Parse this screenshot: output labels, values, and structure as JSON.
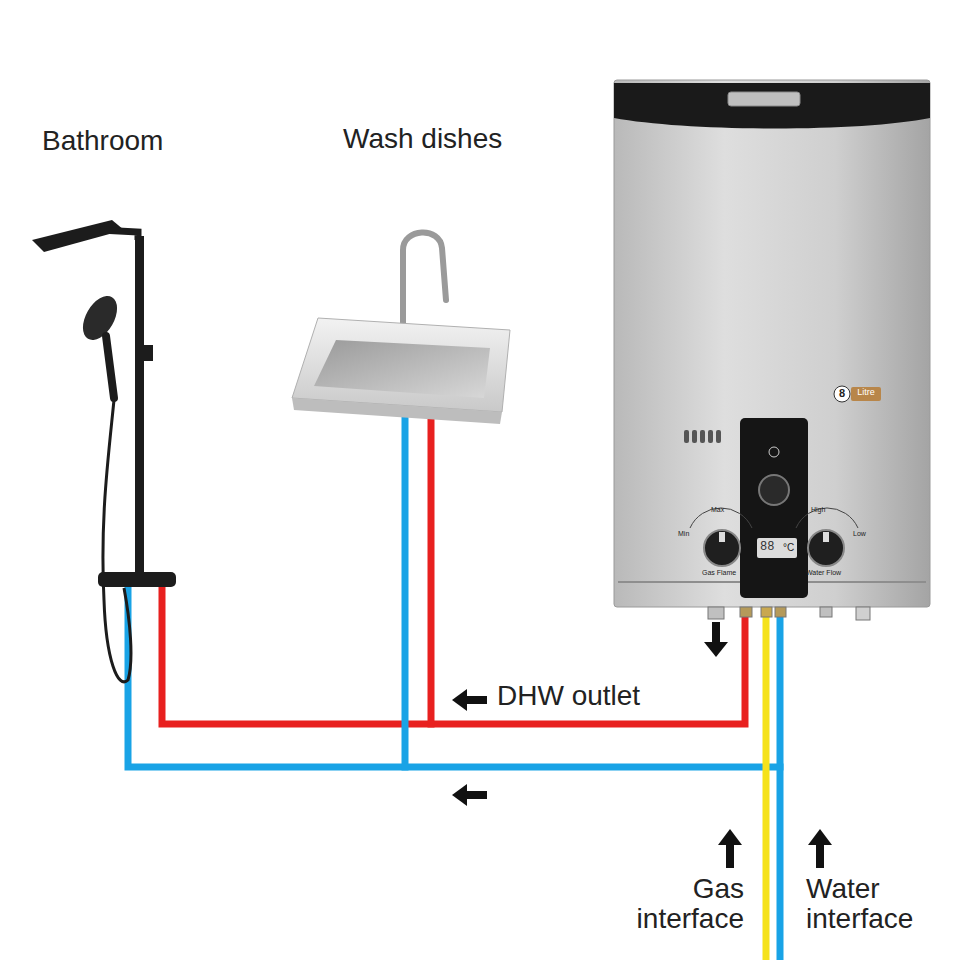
{
  "diagram": {
    "labels": [
      "Bathroom",
      "Wash dishes",
      "8",
      "Litre",
      "Max",
      "Min",
      "Gas Flame",
      "High",
      "Low",
      "Water Flow",
      "88",
      "°C",
      "DHW outlet",
      "Gas interface",
      "Water interface"
    ]
  }
}
